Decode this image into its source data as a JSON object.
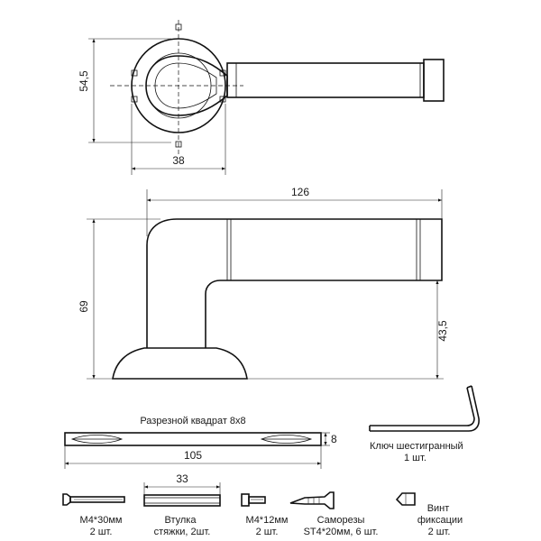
{
  "dimensions": {
    "rosette_height": "54,5",
    "rosette_width": "38",
    "lever_length": "126",
    "lever_height": "69",
    "spindle_height": "43,5",
    "square_size": "8",
    "square_length": "105",
    "bushing_length": "33"
  },
  "spindle": {
    "label": "Разрезной квадрат 8x8"
  },
  "hex_key": {
    "label": "Ключ шестигранный",
    "qty": "1 шт."
  },
  "parts": [
    {
      "label": "M4*30мм",
      "qty": "2 шт."
    },
    {
      "label": "Втулка",
      "qty": "стяжки, 2шт."
    },
    {
      "label": "M4*12мм",
      "qty": "2 шт."
    },
    {
      "label": "Саморезы",
      "qty": "ST4*20мм, 6 шт."
    },
    {
      "label": "Винт",
      "qty": "фиксации",
      "qty2": "2 шт."
    }
  ]
}
